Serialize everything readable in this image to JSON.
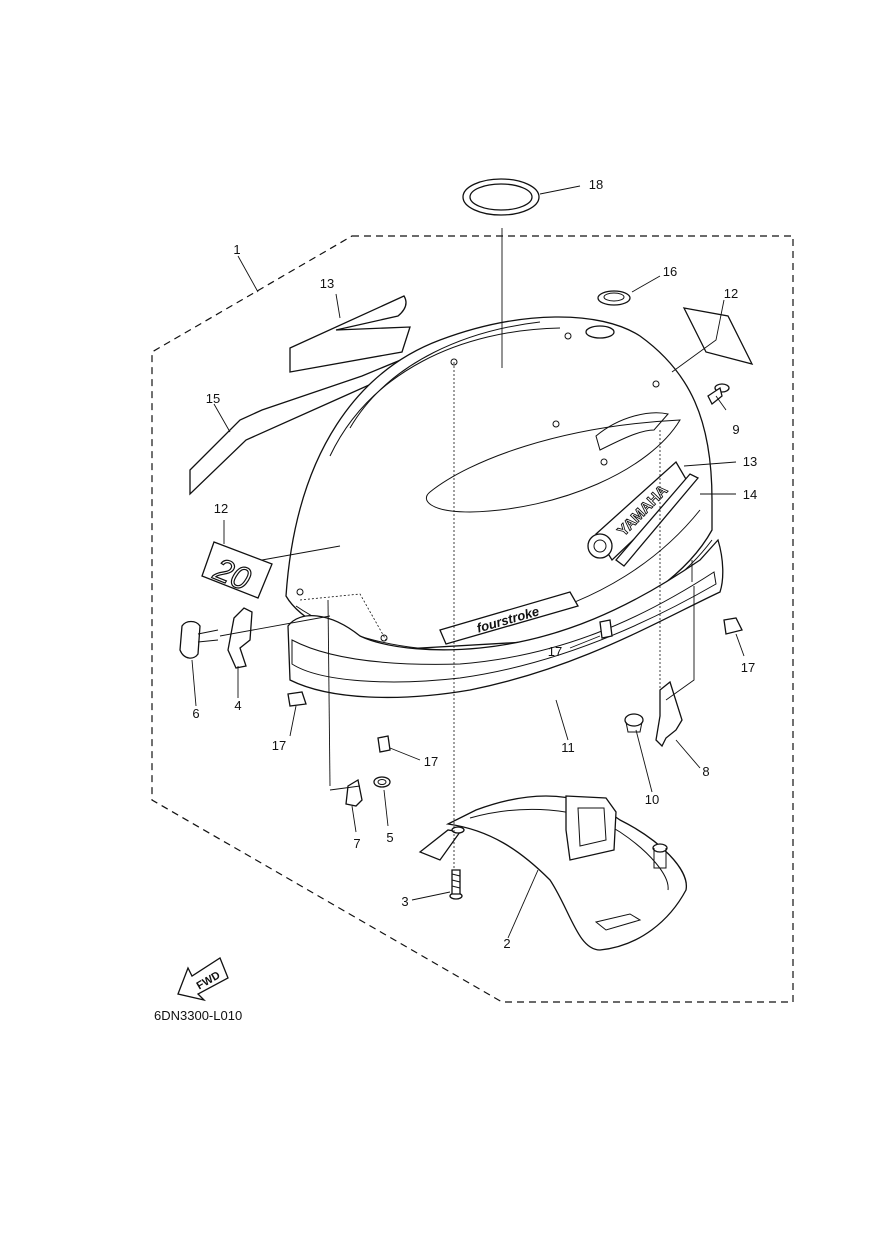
{
  "diagram_code": "6DN3300-L010",
  "fwd_label": "FWD",
  "decals": {
    "brand_text": "YAMAHA",
    "model_text": "20",
    "series_text": "fourstroke"
  },
  "callouts": [
    "1",
    "2",
    "3",
    "4",
    "5",
    "6",
    "7",
    "8",
    "9",
    "10",
    "11",
    "12",
    "12",
    "13",
    "13",
    "14",
    "15",
    "16",
    "17",
    "17",
    "17",
    "17",
    "18"
  ]
}
